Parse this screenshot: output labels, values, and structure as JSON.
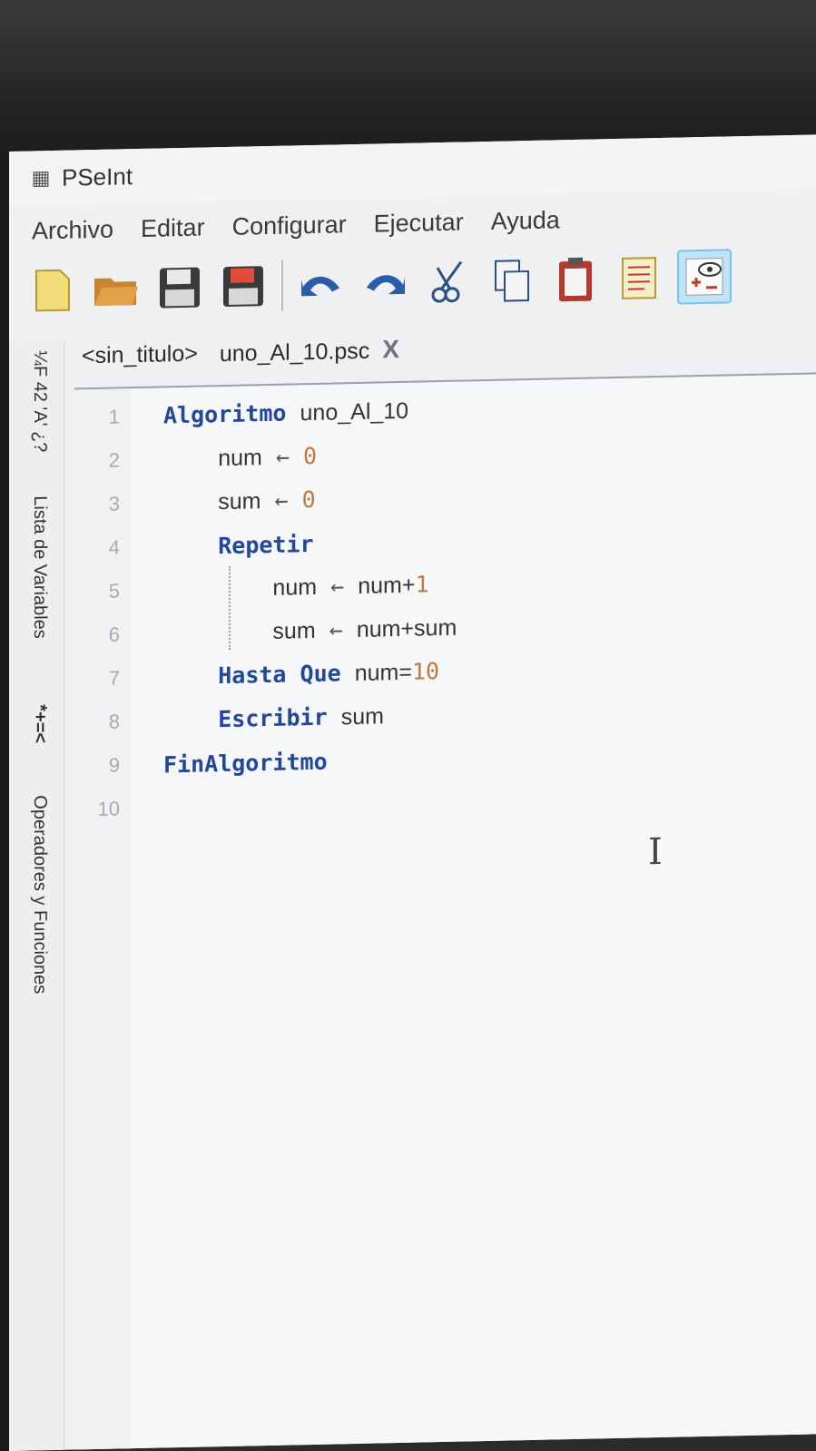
{
  "window": {
    "title": "PSeInt"
  },
  "menu": [
    "Archivo",
    "Editar",
    "Configurar",
    "Ejecutar",
    "Ayuda"
  ],
  "toolbar": {
    "buttons": [
      "new-file-icon",
      "open-folder-icon",
      "save-icon",
      "save-as-icon",
      "undo-icon",
      "redo-icon",
      "cut-icon",
      "copy-icon",
      "paste-icon",
      "list-icon",
      "debug-eye-icon"
    ]
  },
  "sidebar": {
    "variables_label": "Lista de Variables",
    "variables_glyphs": "¼F 42 'A' ¿?",
    "operators_label": "Operadores y Funciones",
    "operators_glyphs": "*+=<"
  },
  "tabs": [
    {
      "label": "<sin_titulo>"
    },
    {
      "label": "uno_Al_10.psc",
      "close": "X"
    }
  ],
  "editor": {
    "lines": [
      {
        "n": "1",
        "tokens": [
          [
            "kw",
            "Algoritmo"
          ],
          [
            "sp",
            " "
          ],
          [
            "id",
            "uno_Al_10"
          ]
        ]
      },
      {
        "n": "2",
        "tokens": [
          [
            "sp",
            "    "
          ],
          [
            "id",
            "num"
          ],
          [
            "op",
            " ← "
          ],
          [
            "num",
            "0"
          ]
        ]
      },
      {
        "n": "3",
        "tokens": [
          [
            "sp",
            "    "
          ],
          [
            "id",
            "sum"
          ],
          [
            "op",
            " ← "
          ],
          [
            "num",
            "0"
          ]
        ]
      },
      {
        "n": "4",
        "tokens": [
          [
            "sp",
            "    "
          ],
          [
            "kw",
            "Repetir"
          ]
        ]
      },
      {
        "n": "5",
        "tokens": [
          [
            "sp",
            "        "
          ],
          [
            "id",
            "num"
          ],
          [
            "op",
            " ← "
          ],
          [
            "id",
            "num+"
          ],
          [
            "num",
            "1"
          ]
        ]
      },
      {
        "n": "6",
        "tokens": [
          [
            "sp",
            "        "
          ],
          [
            "id",
            "sum"
          ],
          [
            "op",
            " ← "
          ],
          [
            "id",
            "num+sum"
          ]
        ]
      },
      {
        "n": "7",
        "tokens": [
          [
            "sp",
            "    "
          ],
          [
            "kw",
            "Hasta Que"
          ],
          [
            "sp",
            " "
          ],
          [
            "id",
            "num="
          ],
          [
            "num",
            "10"
          ]
        ]
      },
      {
        "n": "8",
        "tokens": [
          [
            "sp",
            "    "
          ],
          [
            "kw",
            "Escribir"
          ],
          [
            "sp",
            " "
          ],
          [
            "id",
            "sum"
          ]
        ]
      },
      {
        "n": "9",
        "tokens": [
          [
            "kw",
            "FinAlgoritmo"
          ]
        ]
      },
      {
        "n": "10",
        "tokens": []
      }
    ]
  }
}
